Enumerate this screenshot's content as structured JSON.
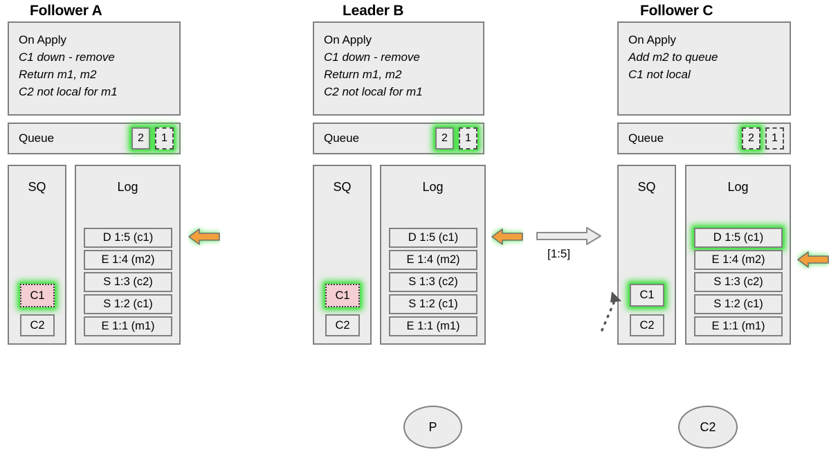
{
  "columns": [
    {
      "title": "Follower A",
      "apply": {
        "header": "On Apply",
        "lines": [
          "C1 down - remove",
          "Return m1, m2",
          "C2 not local for m1"
        ]
      },
      "queue": {
        "label": "Queue",
        "items": [
          {
            "value": "2",
            "style": "solid",
            "glow": true
          },
          {
            "value": "1",
            "style": "dashed",
            "glow": true
          }
        ]
      },
      "sq": {
        "label": "SQ",
        "items": [
          {
            "value": "C1",
            "style": "pink",
            "glow": true
          },
          {
            "value": "C2",
            "style": "solid",
            "glow": false
          }
        ]
      },
      "log": {
        "label": "Log",
        "entries": [
          {
            "value": "D 1:5 (c1)",
            "glow": false
          },
          {
            "value": "E 1:4 (m2)",
            "glow": false
          },
          {
            "value": "S 1:3 (c2)",
            "glow": false
          },
          {
            "value": "S 1:2 (c1)",
            "glow": false
          },
          {
            "value": "E 1:1 (m1)",
            "glow": false
          }
        ]
      }
    },
    {
      "title": "Leader B",
      "apply": {
        "header": "On Apply",
        "lines": [
          "C1 down - remove",
          "Return m1, m2",
          "C2 not local for m1"
        ]
      },
      "queue": {
        "label": "Queue",
        "items": [
          {
            "value": "2",
            "style": "solid",
            "glow": true
          },
          {
            "value": "1",
            "style": "dashed",
            "glow": true
          }
        ]
      },
      "sq": {
        "label": "SQ",
        "items": [
          {
            "value": "C1",
            "style": "pink",
            "glow": true
          },
          {
            "value": "C2",
            "style": "solid",
            "glow": false
          }
        ]
      },
      "log": {
        "label": "Log",
        "entries": [
          {
            "value": "D 1:5 (c1)",
            "glow": false
          },
          {
            "value": "E 1:4 (m2)",
            "glow": false
          },
          {
            "value": "S 1:3 (c2)",
            "glow": false
          },
          {
            "value": "S 1:2 (c1)",
            "glow": false
          },
          {
            "value": "E 1:1 (m1)",
            "glow": false
          }
        ]
      }
    },
    {
      "title": "Follower C",
      "apply": {
        "header": "On Apply",
        "lines": [
          "Add m2 to queue",
          "C1 not local"
        ]
      },
      "queue": {
        "label": "Queue",
        "items": [
          {
            "value": "2",
            "style": "dashed",
            "glow": true
          },
          {
            "value": "1",
            "style": "dashed",
            "glow": false
          }
        ]
      },
      "sq": {
        "label": "SQ",
        "items": [
          {
            "value": "C1",
            "style": "solid",
            "glow": true
          },
          {
            "value": "C2",
            "style": "solid",
            "glow": false
          }
        ]
      },
      "log": {
        "label": "Log",
        "entries": [
          {
            "value": "D 1:5 (c1)",
            "glow": true
          },
          {
            "value": "E 1:4 (m2)",
            "glow": false
          },
          {
            "value": "S 1:3 (c2)",
            "glow": false
          },
          {
            "value": "S 1:2 (c1)",
            "glow": false
          },
          {
            "value": "E 1:1 (m1)",
            "glow": false
          }
        ]
      }
    }
  ],
  "arrows": {
    "apply_arrow_a": {
      "direction": "left",
      "color": "#f2a03c"
    },
    "apply_arrow_b": {
      "direction": "left",
      "color": "#f2a03c"
    },
    "apply_arrow_c": {
      "direction": "left",
      "color": "#f2a03c"
    },
    "replicate": {
      "direction": "right",
      "label": "[1:5]",
      "fill": "#ececec"
    }
  },
  "nodes": [
    {
      "label": "P"
    },
    {
      "label": "C2"
    }
  ],
  "colors": {
    "panel_fill": "#ececec",
    "panel_border": "#808080",
    "glow": "#3fe03f",
    "arrow_orange": "#f2a03c",
    "pink": "#f4ced3"
  }
}
